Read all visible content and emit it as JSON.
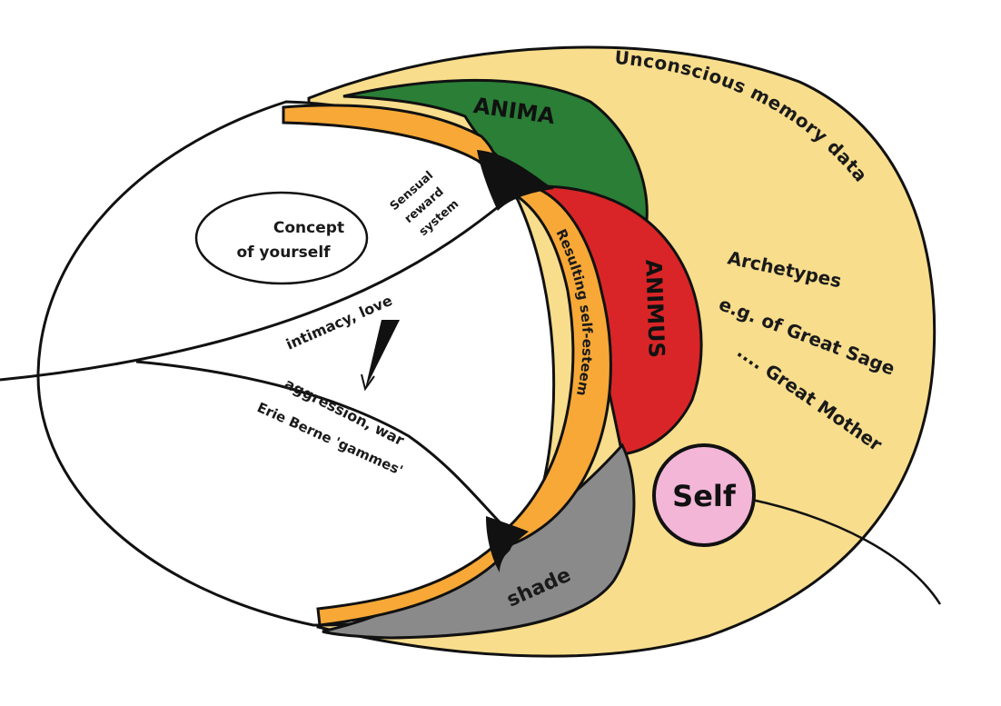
{
  "labels": {
    "unconscious": "Unconscious memory data",
    "anima": "ANIMA",
    "animus": "ANIMUS",
    "sensual_line1": "Sensual",
    "sensual_line2": "reward",
    "sensual_line3": "system",
    "concept_line1": "Concept",
    "concept_line2": "of yourself",
    "intimacy": "intimacy, love",
    "aggression": "aggression, war",
    "berne": "Erie Berne 'gammes'",
    "self_esteem": "Resulting self-esteem",
    "archetypes_line1": "Archetypes",
    "archetypes_line2": "e.g. of Great Sage",
    "archetypes_line3": ".... Great Mother",
    "self": "Self",
    "shade": "shade"
  },
  "colors": {
    "unconscious_fill": "#f8dd8c",
    "anima_green": "#2a7e36",
    "animus_red": "#d92527",
    "self_esteem_orange": "#f7a836",
    "shade_gray": "#8a8a8a",
    "self_pink": "#f3b6d7",
    "black": "#111111",
    "white": "#ffffff"
  },
  "icons": {
    "direction_arrow": "triangle-arrow-down-left-icon"
  }
}
